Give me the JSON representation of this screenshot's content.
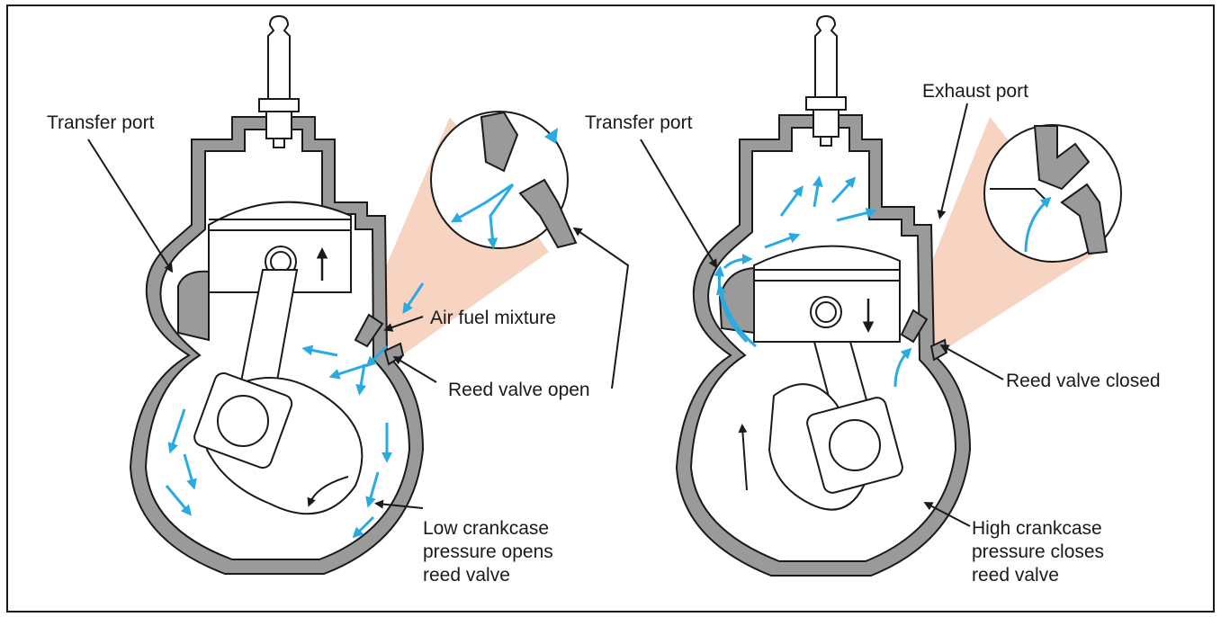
{
  "colors": {
    "casing": "#9a9a9a",
    "outline": "#1a1a1a",
    "flow": "#29abe2",
    "beam": "#f7d4c2",
    "background": "#ffffff"
  },
  "panels": [
    {
      "labels": {
        "transfer_port": "Transfer port",
        "air_fuel_mixture": "Air fuel mixture",
        "reed_valve_state": "Reed valve open",
        "crankcase_line1": "Low crankcase",
        "crankcase_line2": "pressure opens",
        "crankcase_line3": "reed valve"
      }
    },
    {
      "labels": {
        "transfer_port": "Transfer port",
        "exhaust_port": "Exhaust port",
        "reed_valve_state": "Reed valve closed",
        "crankcase_line1": "High crankcase",
        "crankcase_line2": "pressure closes",
        "crankcase_line3": "reed valve"
      }
    }
  ]
}
